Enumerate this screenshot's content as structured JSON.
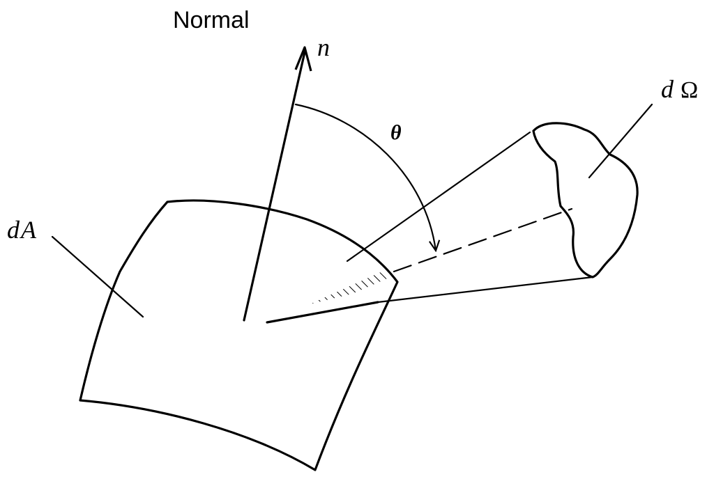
{
  "labels": {
    "normal": "Normal",
    "n": "n",
    "theta": "θ",
    "dA_d": "d",
    "dA_A": "A",
    "dOmega_d": "d",
    "dOmega_Omega": "Ω"
  },
  "colors": {
    "ink": "#000000",
    "background": "#ffffff"
  }
}
